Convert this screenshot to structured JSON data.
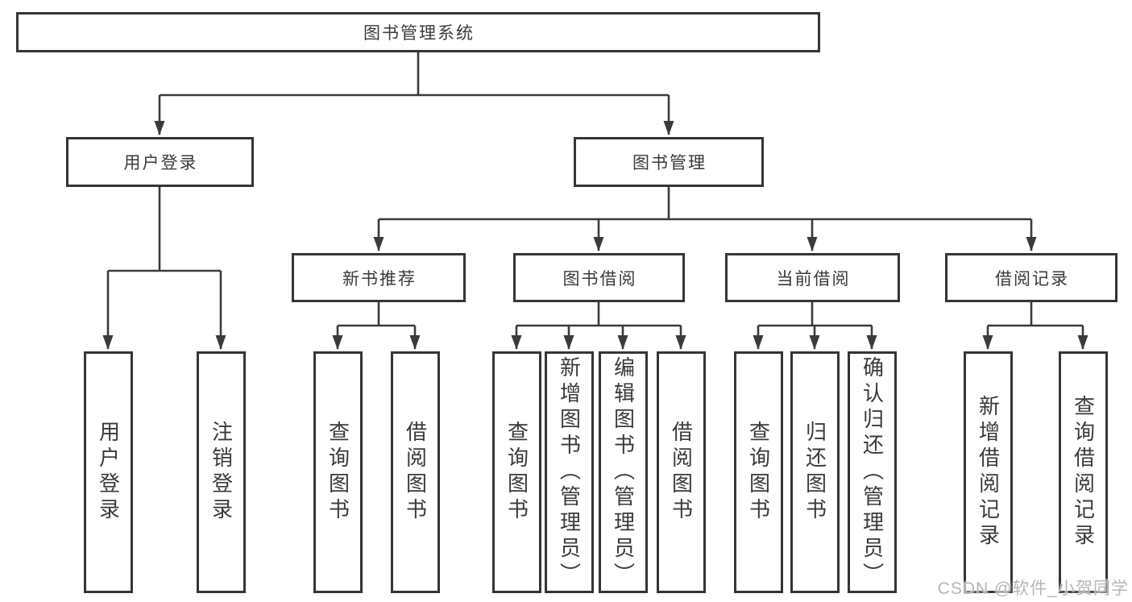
{
  "diagram": {
    "root": {
      "label": "图书管理系统"
    },
    "branches": [
      {
        "label": "用户登录",
        "leaves": [
          {
            "label": "用户登录"
          },
          {
            "label": "注销登录"
          }
        ]
      },
      {
        "label": "图书管理",
        "groups": [
          {
            "label": "新书推荐",
            "leaves": [
              {
                "label": "查询图书"
              },
              {
                "label": "借阅图书"
              }
            ]
          },
          {
            "label": "图书借阅",
            "leaves": [
              {
                "label": "查询图书"
              },
              {
                "label": "新增图书（管理员）"
              },
              {
                "label": "编辑图书（管理员）"
              },
              {
                "label": "借阅图书"
              }
            ]
          },
          {
            "label": "当前借阅",
            "leaves": [
              {
                "label": "查询图书"
              },
              {
                "label": "归还图书"
              },
              {
                "label": "确认归还（管理员）"
              }
            ]
          },
          {
            "label": "借阅记录",
            "leaves": [
              {
                "label": "新增借阅记录"
              },
              {
                "label": "查询借阅记录"
              }
            ]
          }
        ]
      }
    ]
  },
  "watermark": "CSDN @软件_小贺同学",
  "colors": {
    "line": "#3b3b3b",
    "box_border": "#353535",
    "text": "#3a3a3a",
    "background": "#ffffff",
    "watermark": "#b2b2b2"
  }
}
